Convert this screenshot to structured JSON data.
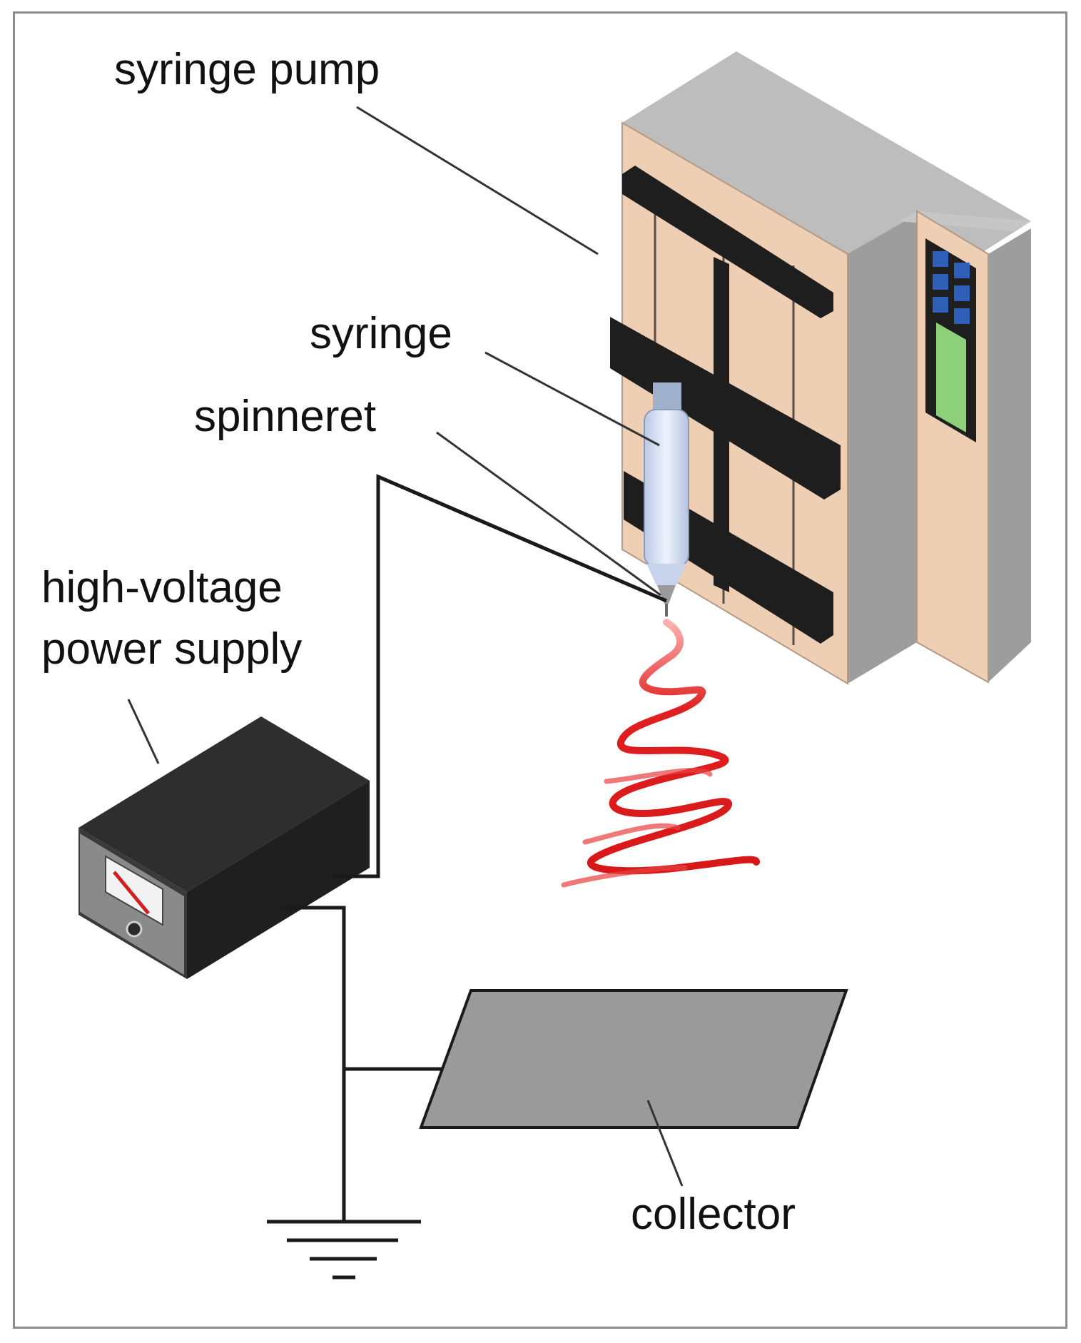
{
  "labels": {
    "syringe_pump": "syringe pump",
    "syringe": "syringe",
    "spinneret": "spinneret",
    "hv_line1": "high-voltage",
    "hv_line2": "power supply",
    "collector": "collector"
  },
  "colors": {
    "pump_face": "#efcfb4",
    "pump_side": "#9d9d9d",
    "pump_top": "#bdbdbd",
    "pump_bars": "#1e1e1e",
    "screen_green": "#8cd07a",
    "buttons_blue": "#2f5fb8",
    "syringe": "#d5e0f2",
    "jet_red": "#e02020",
    "psu_body": "#2a2a2a",
    "collector": "#9a9a9a",
    "wire": "#1a1a1a",
    "frame": "#8c8c8c"
  }
}
